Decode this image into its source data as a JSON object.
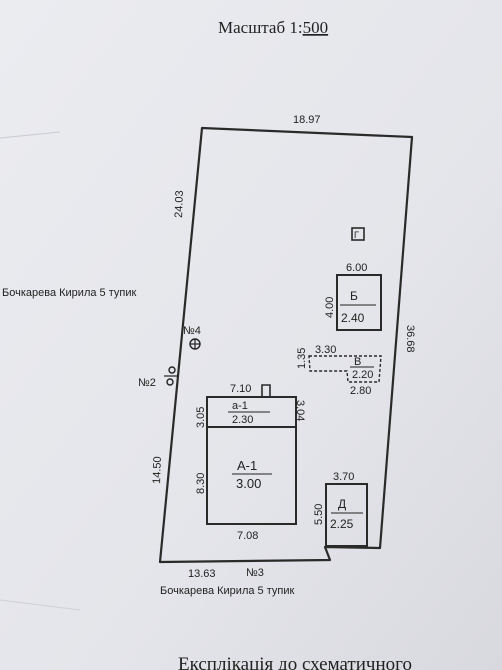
{
  "header": {
    "scale_label": "Масштаб 1:",
    "scale_value": "500"
  },
  "plot": {
    "dimensions": {
      "top": "18.97",
      "left_upper": "24.03",
      "left_lower": "14.50",
      "right": "36.68",
      "bottom": "13.63"
    },
    "markers": {
      "n2": "№2",
      "n3": "№3",
      "n4": "№4"
    }
  },
  "streets": {
    "left_street": "Бочкарева Кирила 5 тупик",
    "bottom_street": "Бочкарева Кирила 5 тупик"
  },
  "buildings": {
    "main": {
      "top_width": "7.10",
      "annex_name": "а-1",
      "annex_height": "2.30",
      "annex_left_depth": "3.05",
      "annex_right_depth": "3.04",
      "house_name": "А-1",
      "house_height": "3.00",
      "house_depth": "8.30",
      "bottom_width": "7.08"
    },
    "b": {
      "width": "6.00",
      "depth": "4.00",
      "name": "Б",
      "height": "2.40"
    },
    "v": {
      "width": "3.30",
      "depth": "1.35",
      "name": "В",
      "height": "2.20",
      "second_width": "2.80"
    },
    "d": {
      "width": "3.70",
      "depth": "5.50",
      "name": "Д",
      "height": "2.25"
    },
    "g": {
      "name": "Г"
    }
  },
  "footer": {
    "partial_text": "Експлікація до схематичного"
  }
}
